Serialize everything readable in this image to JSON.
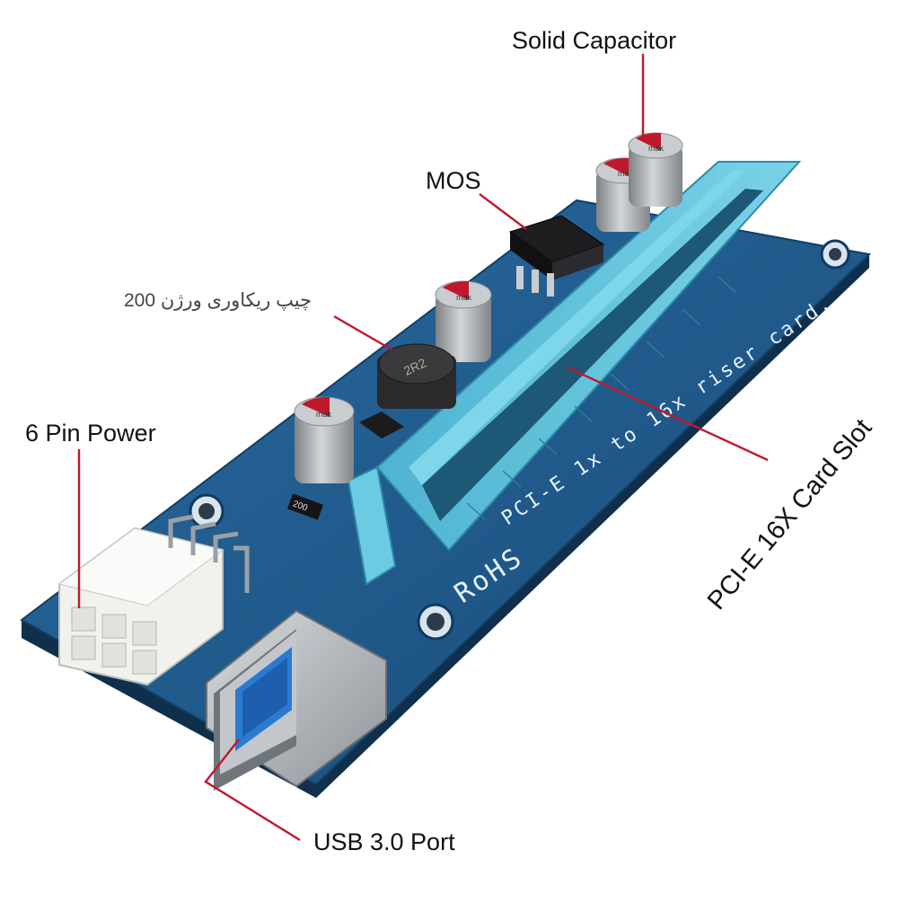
{
  "labels": {
    "solid_capacitor": "Solid Capacitor",
    "mos": "MOS",
    "recovery_chip": "چیپ ریکاوری ورژن 200",
    "six_pin_power": "6 Pin Power",
    "usb_port": "USB 3.0 Port",
    "pcie_slot": "PCI-E 16X Card Slot"
  },
  "board": {
    "silkscreen_main": "PCI-E 1x to 16x riser card.",
    "silkscreen_rohs": "RoHS",
    "inductor_marking": "2R2",
    "resistor_marking": "200",
    "capacitor_marking": "mak"
  },
  "colors": {
    "pcb": "#1f5a8c",
    "pcb_dark": "#0f3a60",
    "slot": "#5bc2dc",
    "leader_line": "#c0182c",
    "capacitor": "#a9acae"
  }
}
